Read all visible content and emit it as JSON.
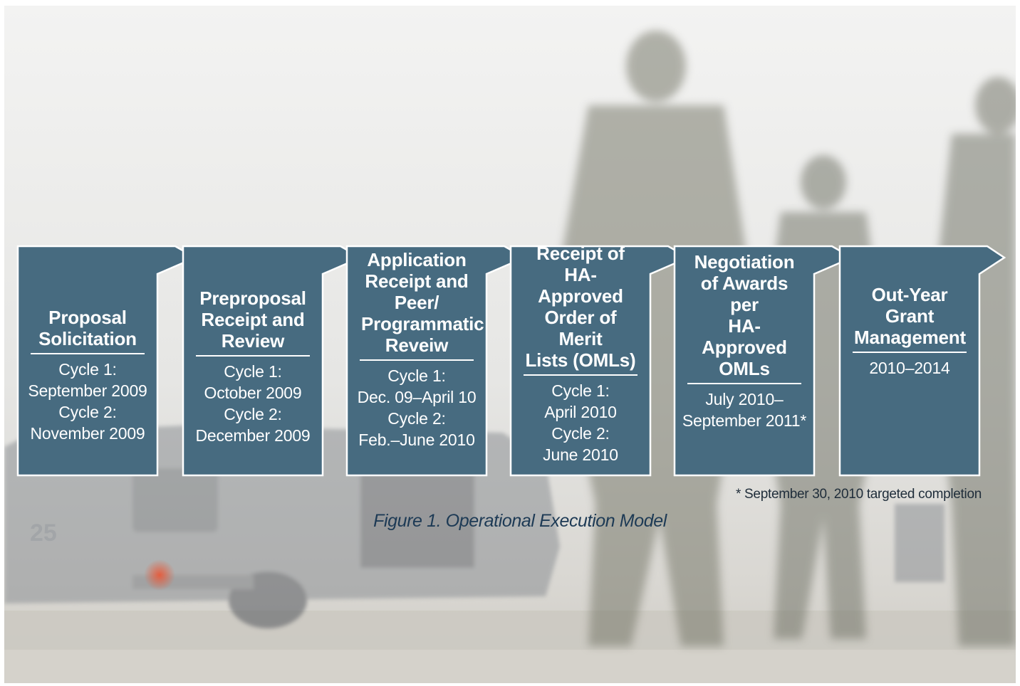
{
  "figure": {
    "caption": "Figure 1.  Operational Execution Model",
    "footnote": "* September 30, 2010 targeted completion",
    "colors": {
      "box_fill": "#476b80",
      "box_border": "#ffffff",
      "text": "#ffffff",
      "caption": "#1d3a55"
    },
    "steps": [
      {
        "title_lines": [
          "Proposal",
          "Solicitation"
        ],
        "detail_lines": [
          "Cycle 1:",
          "September 2009",
          "Cycle 2:",
          "November 2009"
        ]
      },
      {
        "title_lines": [
          "Preproposal",
          "Receipt and",
          "Review"
        ],
        "detail_lines": [
          "Cycle 1:",
          "October 2009",
          "Cycle 2:",
          "December 2009"
        ]
      },
      {
        "title_lines": [
          "Application",
          "Receipt and",
          "Peer/",
          "Programmatic",
          "Reveiw"
        ],
        "detail_lines": [
          "Cycle 1:",
          "Dec. 09–April 10",
          "Cycle 2:",
          "Feb.–June 2010"
        ]
      },
      {
        "title_lines": [
          "Receipt of HA-",
          "Approved",
          "Order of Merit",
          "Lists (OMLs)"
        ],
        "detail_lines": [
          "Cycle 1:",
          "April 2010",
          "Cycle 2:",
          "June 2010"
        ]
      },
      {
        "title_lines": [
          "Negotiation",
          "of Awards per",
          "HA-Approved",
          "OMLs"
        ],
        "detail_lines": [
          "July 2010–",
          "September 2011*"
        ]
      },
      {
        "title_lines": [
          "Out-Year Grant",
          "Management"
        ],
        "detail_lines": [
          "2010–2014"
        ]
      }
    ]
  }
}
